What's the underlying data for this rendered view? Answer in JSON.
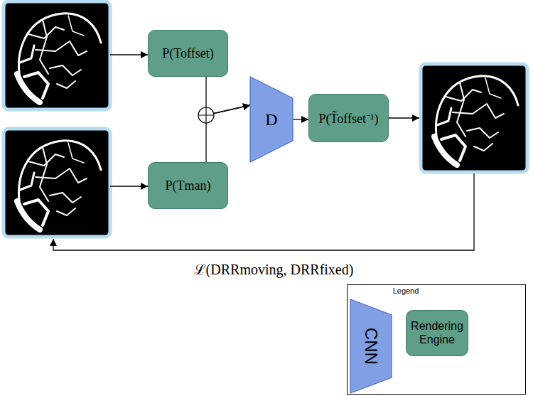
{
  "diagram": {
    "nodes": [
      {
        "text": [
          "P(Toffset)"
        ]
      },
      {
        "text": [
          "P(Tman)"
        ]
      },
      {
        "text": [
          "D"
        ]
      },
      {
        "text": [
          "P(T̃offset⁻¹)"
        ]
      }
    ],
    "edges": [
      {
        "from": 0,
        "to": 2,
        "arrow": "to"
      },
      {
        "from": 1,
        "to": 2,
        "arrow": "to"
      },
      {
        "from": 2,
        "to": 3,
        "arrow": "to"
      }
    ],
    "labels": [
      "ℒ(DRRmoving, DRRfixed)",
      "Legend"
    ],
    "legend": [
      {
        "text": "CNN",
        "color": "#809fe4"
      },
      {
        "text": "Rendering Engine",
        "color": "#5f9f89"
      }
    ]
  }
}
